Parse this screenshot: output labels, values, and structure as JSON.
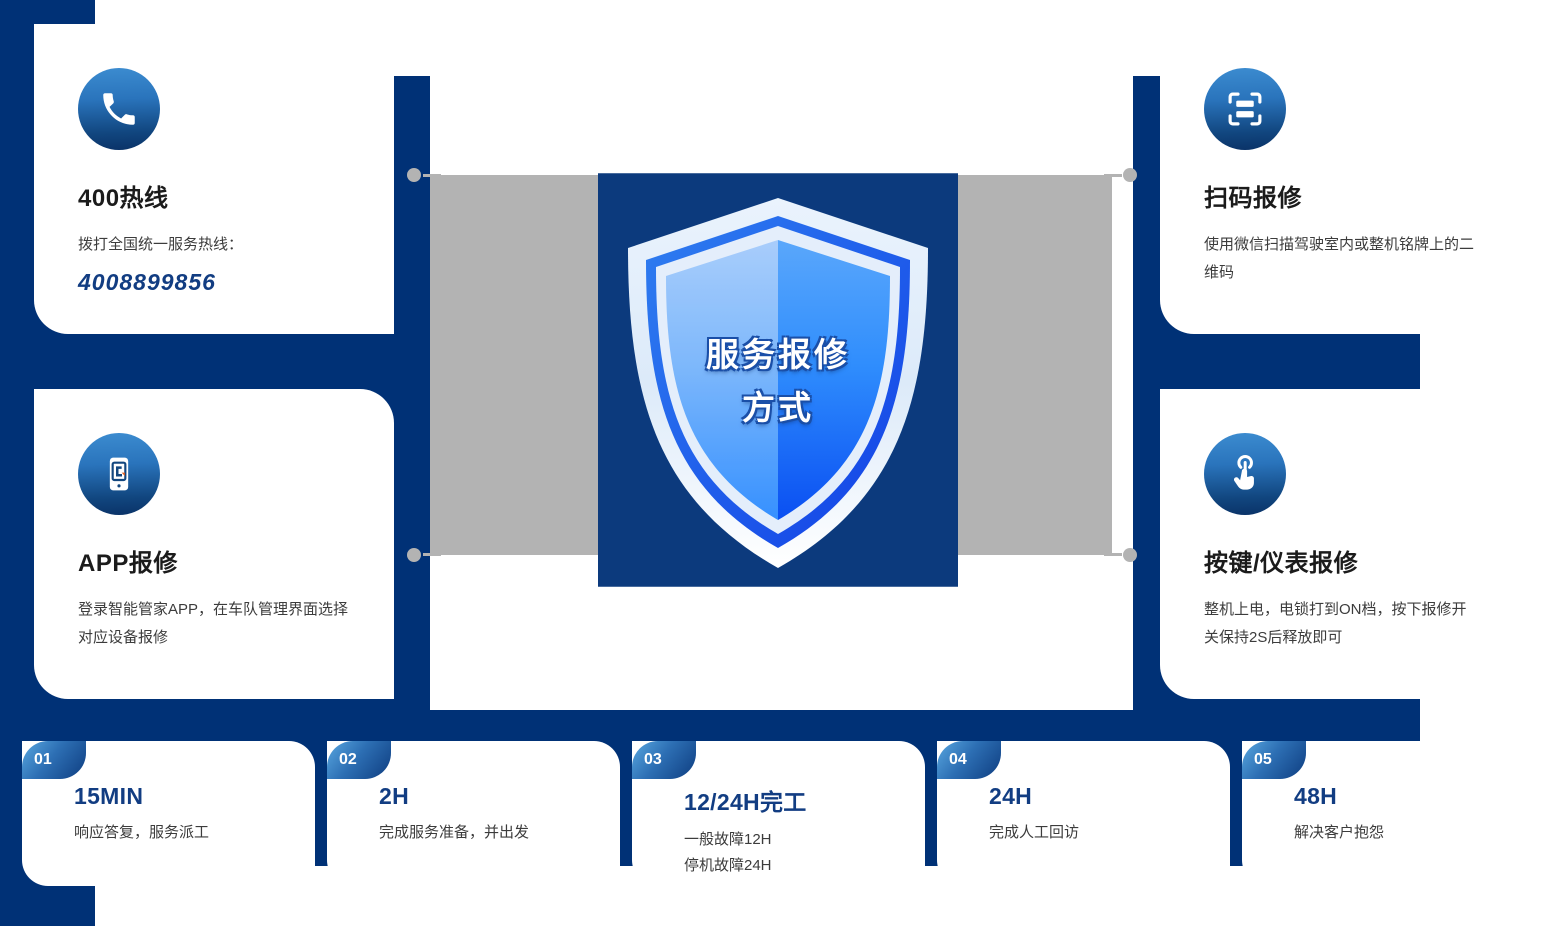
{
  "theme": {
    "navy": "#003176",
    "accent_blue": "#123d82",
    "gray_placeholder": "#b3b3b3"
  },
  "center": {
    "shield_title": "服务报修\n方式"
  },
  "cards": [
    {
      "id": "hotline",
      "icon": "phone-icon",
      "title": "400热线",
      "desc": "拨打全国统一服务热线：",
      "phone": "4008899856"
    },
    {
      "id": "app",
      "icon": "mobile-app-icon",
      "title": "APP报修",
      "desc": "登录智能管家APP，在车队管理界面选择对应设备报修",
      "phone": ""
    },
    {
      "id": "scan",
      "icon": "qr-scan-icon",
      "title": "扫码报修",
      "desc": "使用微信扫描驾驶室内或整机铭牌上的二维码",
      "phone": ""
    },
    {
      "id": "button",
      "icon": "tap-hand-icon",
      "title": "按键/仪表报修",
      "desc": "整机上电，电锁打到ON档，按下报修开关保持2S后释放即可",
      "phone": ""
    }
  ],
  "steps": [
    {
      "num": "01",
      "title": "15MIN",
      "desc": "响应答复，服务派工"
    },
    {
      "num": "02",
      "title": "2H",
      "desc": "完成服务准备，并出发"
    },
    {
      "num": "03",
      "title": "12/24H完工",
      "desc": "一般故障12H\n停机故障24H"
    },
    {
      "num": "04",
      "title": "24H",
      "desc": "完成人工回访"
    },
    {
      "num": "05",
      "title": "48H",
      "desc": "解决客户抱怨"
    }
  ]
}
